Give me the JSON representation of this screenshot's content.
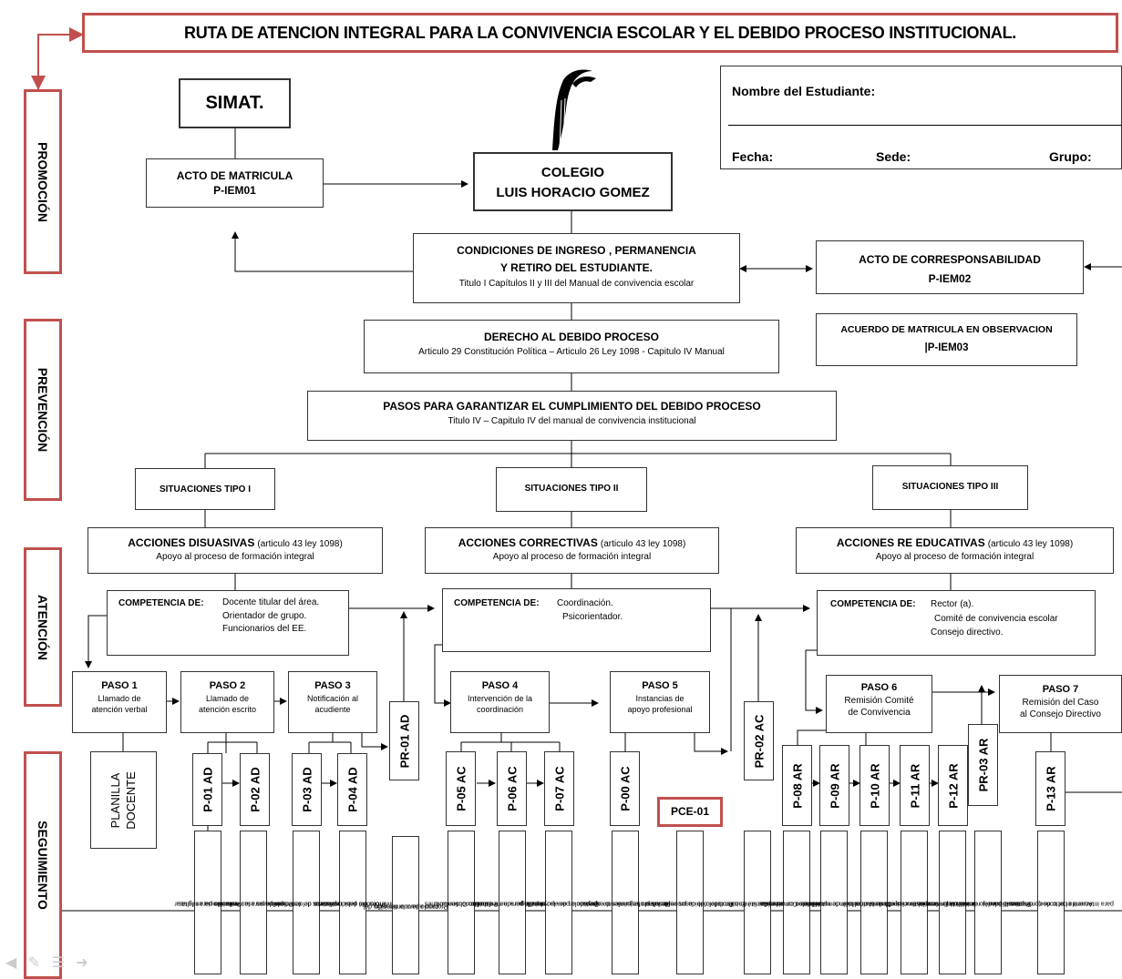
{
  "title": "RUTA DE ATENCION INTEGRAL PARA LA CONVIVENCIA ESCOLAR Y EL DEBIDO PROCESO INSTITUCIONAL.",
  "sidebar": [
    "PROMOCIÓN",
    "PREVENCIÓN",
    "ATENCIÓN",
    "SEGUIMIENTO"
  ],
  "simat": "SIMAT.",
  "acto_matricula": {
    "l1": "ACTO DE MATRICULA",
    "l2": "P-IEM01"
  },
  "colegio": {
    "l1": "COLEGIO",
    "l2": "LUIS HORACIO GOMEZ"
  },
  "student": {
    "name_label": "Nombre del Estudiante:",
    "fecha": "Fecha:",
    "sede": "Sede:",
    "grupo": "Grupo:"
  },
  "condiciones": {
    "l1": "CONDICIONES DE INGRESO , PERMANENCIA",
    "l2": "Y RETIRO DEL ESTUDIANTE.",
    "l3": "Titulo I Capítulos II y III del Manual de convivencia escolar"
  },
  "corresp": {
    "l1": "ACTO DE CORRESPONSABILIDAD",
    "l2": "P-IEM02"
  },
  "acuerdo": {
    "l1": "ACUERDO DE MATRICULA EN OBSERVACION",
    "l2": "|P-IEM03"
  },
  "derecho": {
    "l1": "DERECHO AL DEBIDO PROCESO",
    "l2": "Articulo 29 Constitución Política – Articulo 26 Ley 1098 - Capitulo IV Manual"
  },
  "pasos": {
    "l1": "PASOS PARA GARANTIZAR EL CUMPLIMIENTO DEL DEBIDO PROCESO",
    "l2": "Titulo IV – Capitulo IV del manual de convivencia institucional"
  },
  "situaciones": [
    "SITUACIONES TIPO I",
    "SITUACIONES TIPO II",
    "SITUACIONES TIPO III"
  ],
  "acciones": [
    {
      "t": "ACCIONES DISUASIVAS",
      "ref": "(articulo 43 ley 1098)",
      "sub": "Apoyo al proceso de formación integral"
    },
    {
      "t": "ACCIONES CORRECTIVAS",
      "ref": "(articulo 43 ley 1098)",
      "sub": "Apoyo al proceso de formación integral"
    },
    {
      "t": "ACCIONES RE EDUCATIVAS",
      "ref": "(articulo 43 ley 1098)",
      "sub": "Apoyo al proceso de formación integral"
    }
  ],
  "competencia_label": "COMPETENCIA DE:",
  "competencias": [
    [
      "Docente titular del área.",
      "Orientador de grupo.",
      "Funcionarios del EE."
    ],
    [
      "Coordinación.",
      "Psicorientador."
    ],
    [
      "Rector (a).",
      "Comité de convivencia escolar",
      "Consejo directivo."
    ]
  ],
  "pasos_list": [
    {
      "t": "PASO 1",
      "a": "Llamado de",
      "b": "atención verbal"
    },
    {
      "t": "PASO 2",
      "a": "Llamado de",
      "b": "atención escrito"
    },
    {
      "t": "PASO 3",
      "a": "Notificación al",
      "b": "acudiente"
    },
    {
      "t": "PASO 4",
      "a": "Intervención de la",
      "b": "coordinación"
    },
    {
      "t": "PASO 5",
      "a": "Instancias de",
      "b": "apoyo profesional"
    },
    {
      "t": "PASO 6",
      "a": "Remisión Comité",
      "b": "de Convivencia"
    },
    {
      "t": "PASO 7",
      "a": "Remisión del Caso",
      "b": "al Consejo Directivo"
    }
  ],
  "planilla": {
    "l1": "PLANILLA",
    "l2": "DOCENTE"
  },
  "pce": "PCE-01",
  "codes": [
    "P-01 AD",
    "P-02 AD",
    "P-03 AD",
    "P-04 AD",
    "PR-01 AD",
    "P-05 AC",
    "P-06 AC",
    "P-07 AC",
    "P-00 AC",
    "PR-02 AC",
    "P-08 AR",
    "P-09 AR",
    "P-10 AR",
    "P-11 AR",
    "P-12 AR",
    "PR-03 AR",
    "P-13 AR"
  ],
  "protocols": [
    [
      "Protocolo para registrar",
      "reincidencia en faltas."
    ],
    [
      "Protocolo para la mediación",
      "de pares escolares."
    ],
    [
      "Observador de desempeños",
      "formativos del estudiante."
    ],
    [
      "Protocolo para notificar",
      "avances del debido proceso."
    ],
    [
      "Protocolo para la remisión del",
      "caso a la coordinación."
    ],
    [
      "Protocolo: Observaciones",
      "de la coordinación."
    ],
    [
      "Protocolo para la mediación",
      "escolar del personero estudian"
    ],
    [
      "Protocolo para la remisión a",
      "instancias de apoyo pedag"
    ],
    [
      "Resultado seguimiento especial",
      "de los profesionales de apoyo."
    ],
    [
      "Protocolo de casos especiales",
      "del debido proceso."
    ],
    [
      "Protocolo para la remisión del",
      "caso al Comité Escolar"
    ],
    [
      "Acuerdo de Compromiso",
      "Académico o convivencia"
    ],
    [
      "Suspensión temporal de su",
      "condición de estudiante."
    ],
    [
      "Acuerdo de Matricula en",
      "Observación"
    ],
    [
      "Remisión a instancias externas",
      "y comité municipal."
    ],
    [
      "Desescolarización temporal",
      "como medida preventiva."
    ],
    [
      "Protocolo para la remisión del",
      "caso al consejo directivo."
    ],
    [
      "Acuerdo del consejo directivo",
      "para intervenir el acto de corresponsabilidad"
    ]
  ]
}
